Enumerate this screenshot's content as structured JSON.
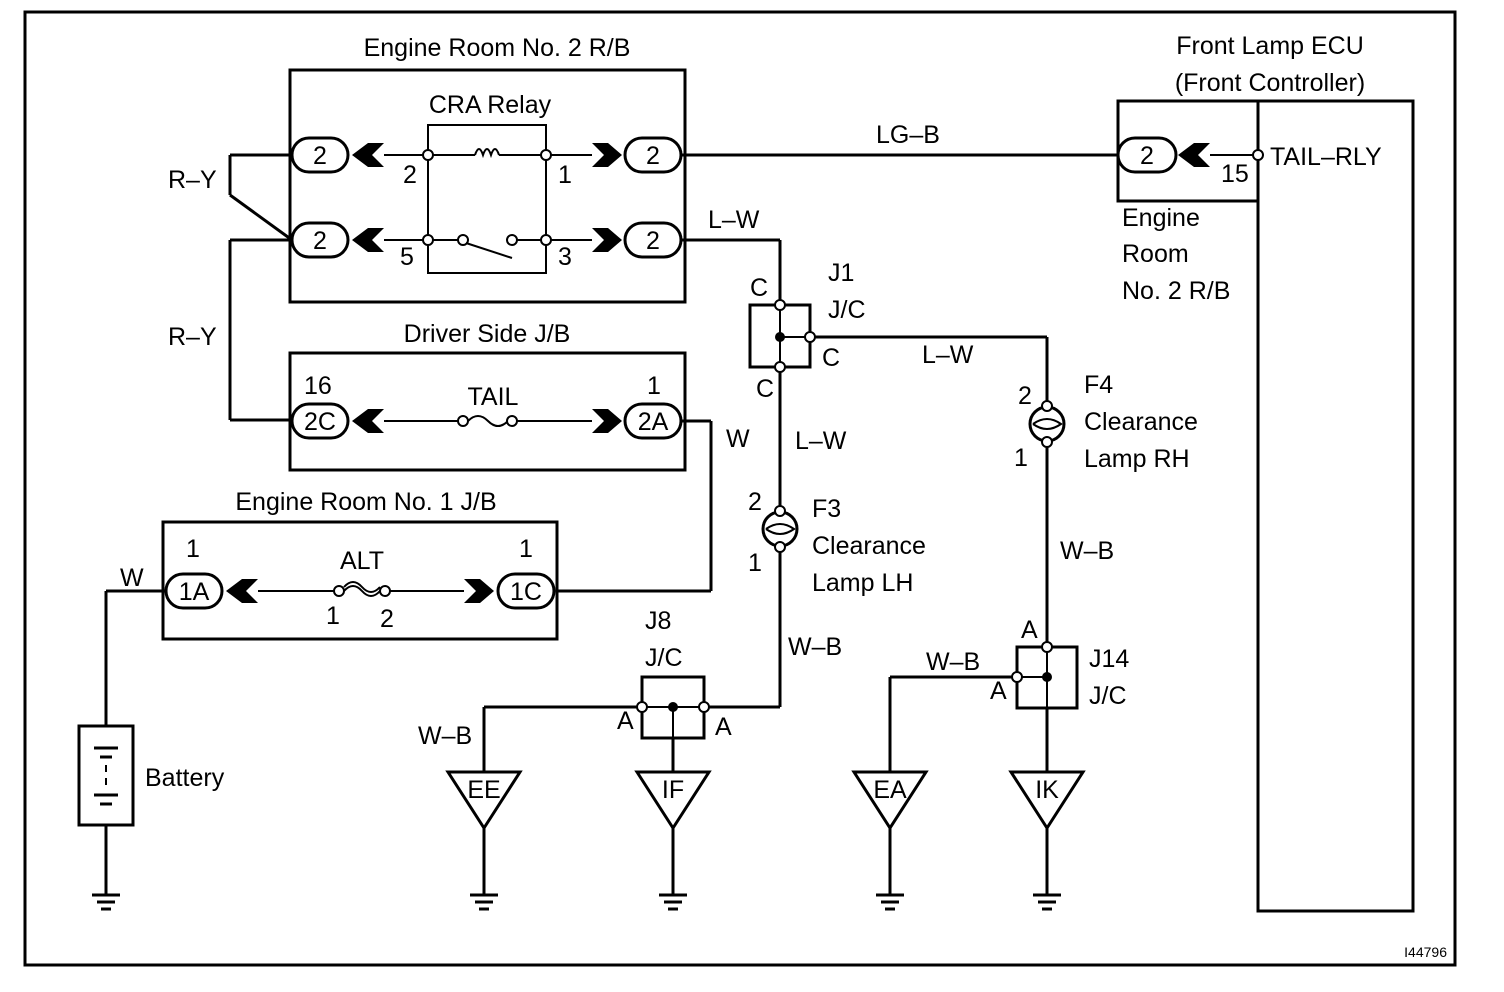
{
  "engine_room_2_rb": {
    "title": "Engine Room No. 2 R/B",
    "relay_title": "CRA Relay",
    "conn_top_left": "2",
    "conn_top_right": "2",
    "conn_bot_left": "2",
    "conn_bot_right": "2",
    "pin_2": "2",
    "pin_1": "1",
    "pin_5": "5",
    "pin_3": "3"
  },
  "driver_side_jb": {
    "title": "Driver Side J/B",
    "conn_left": "2C",
    "conn_left_pin": "16",
    "conn_right": "2A",
    "conn_right_pin": "1",
    "fuse": "TAIL"
  },
  "engine_room_1_jb": {
    "title": "Engine Room No. 1 J/B",
    "conn_left": "1A",
    "conn_left_pin": "1",
    "conn_right": "1C",
    "conn_right_pin": "1",
    "fuse": "ALT",
    "fuse_pin_1": "1",
    "fuse_pin_2": "2"
  },
  "front_lamp_ecu": {
    "title_line1": "Front Lamp ECU",
    "title_line2": "(Front Controller)",
    "terminal": "TAIL–RLY",
    "pin": "15",
    "conn": "2",
    "rb_line1": "Engine",
    "rb_line2": "Room",
    "rb_line3": "No. 2 R/B"
  },
  "wires": {
    "ry_upper": "R–Y",
    "ry_lower": "R–Y",
    "lg_b": "LG–B",
    "lw_top": "L–W",
    "lw_mid": "L–W",
    "lw_right": "L–W",
    "w_right": "W",
    "w_batt": "W",
    "wb_f3": "W–B",
    "wb_f4": "W–B",
    "wb_ee": "W–B",
    "wb_ea": "W–B"
  },
  "j1": {
    "name": "J1",
    "type": "J/C",
    "pin_top": "C",
    "pin_right": "C",
    "pin_bottom": "C"
  },
  "j8": {
    "name": "J8",
    "type": "J/C",
    "pin_left": "A",
    "pin_right": "A"
  },
  "j14": {
    "name": "J14",
    "type": "J/C",
    "pin_top": "A",
    "pin_left": "A"
  },
  "f3": {
    "code": "F3",
    "line1": "Clearance",
    "line2": "Lamp LH",
    "pin_top": "2",
    "pin_bottom": "1"
  },
  "f4": {
    "code": "F4",
    "line1": "Clearance",
    "line2": "Lamp RH",
    "pin_top": "2",
    "pin_bottom": "1"
  },
  "battery": {
    "label": "Battery"
  },
  "grounds": {
    "ee": "EE",
    "if": "IF",
    "ea": "EA",
    "ik": "IK"
  },
  "figure_id": "I44796"
}
